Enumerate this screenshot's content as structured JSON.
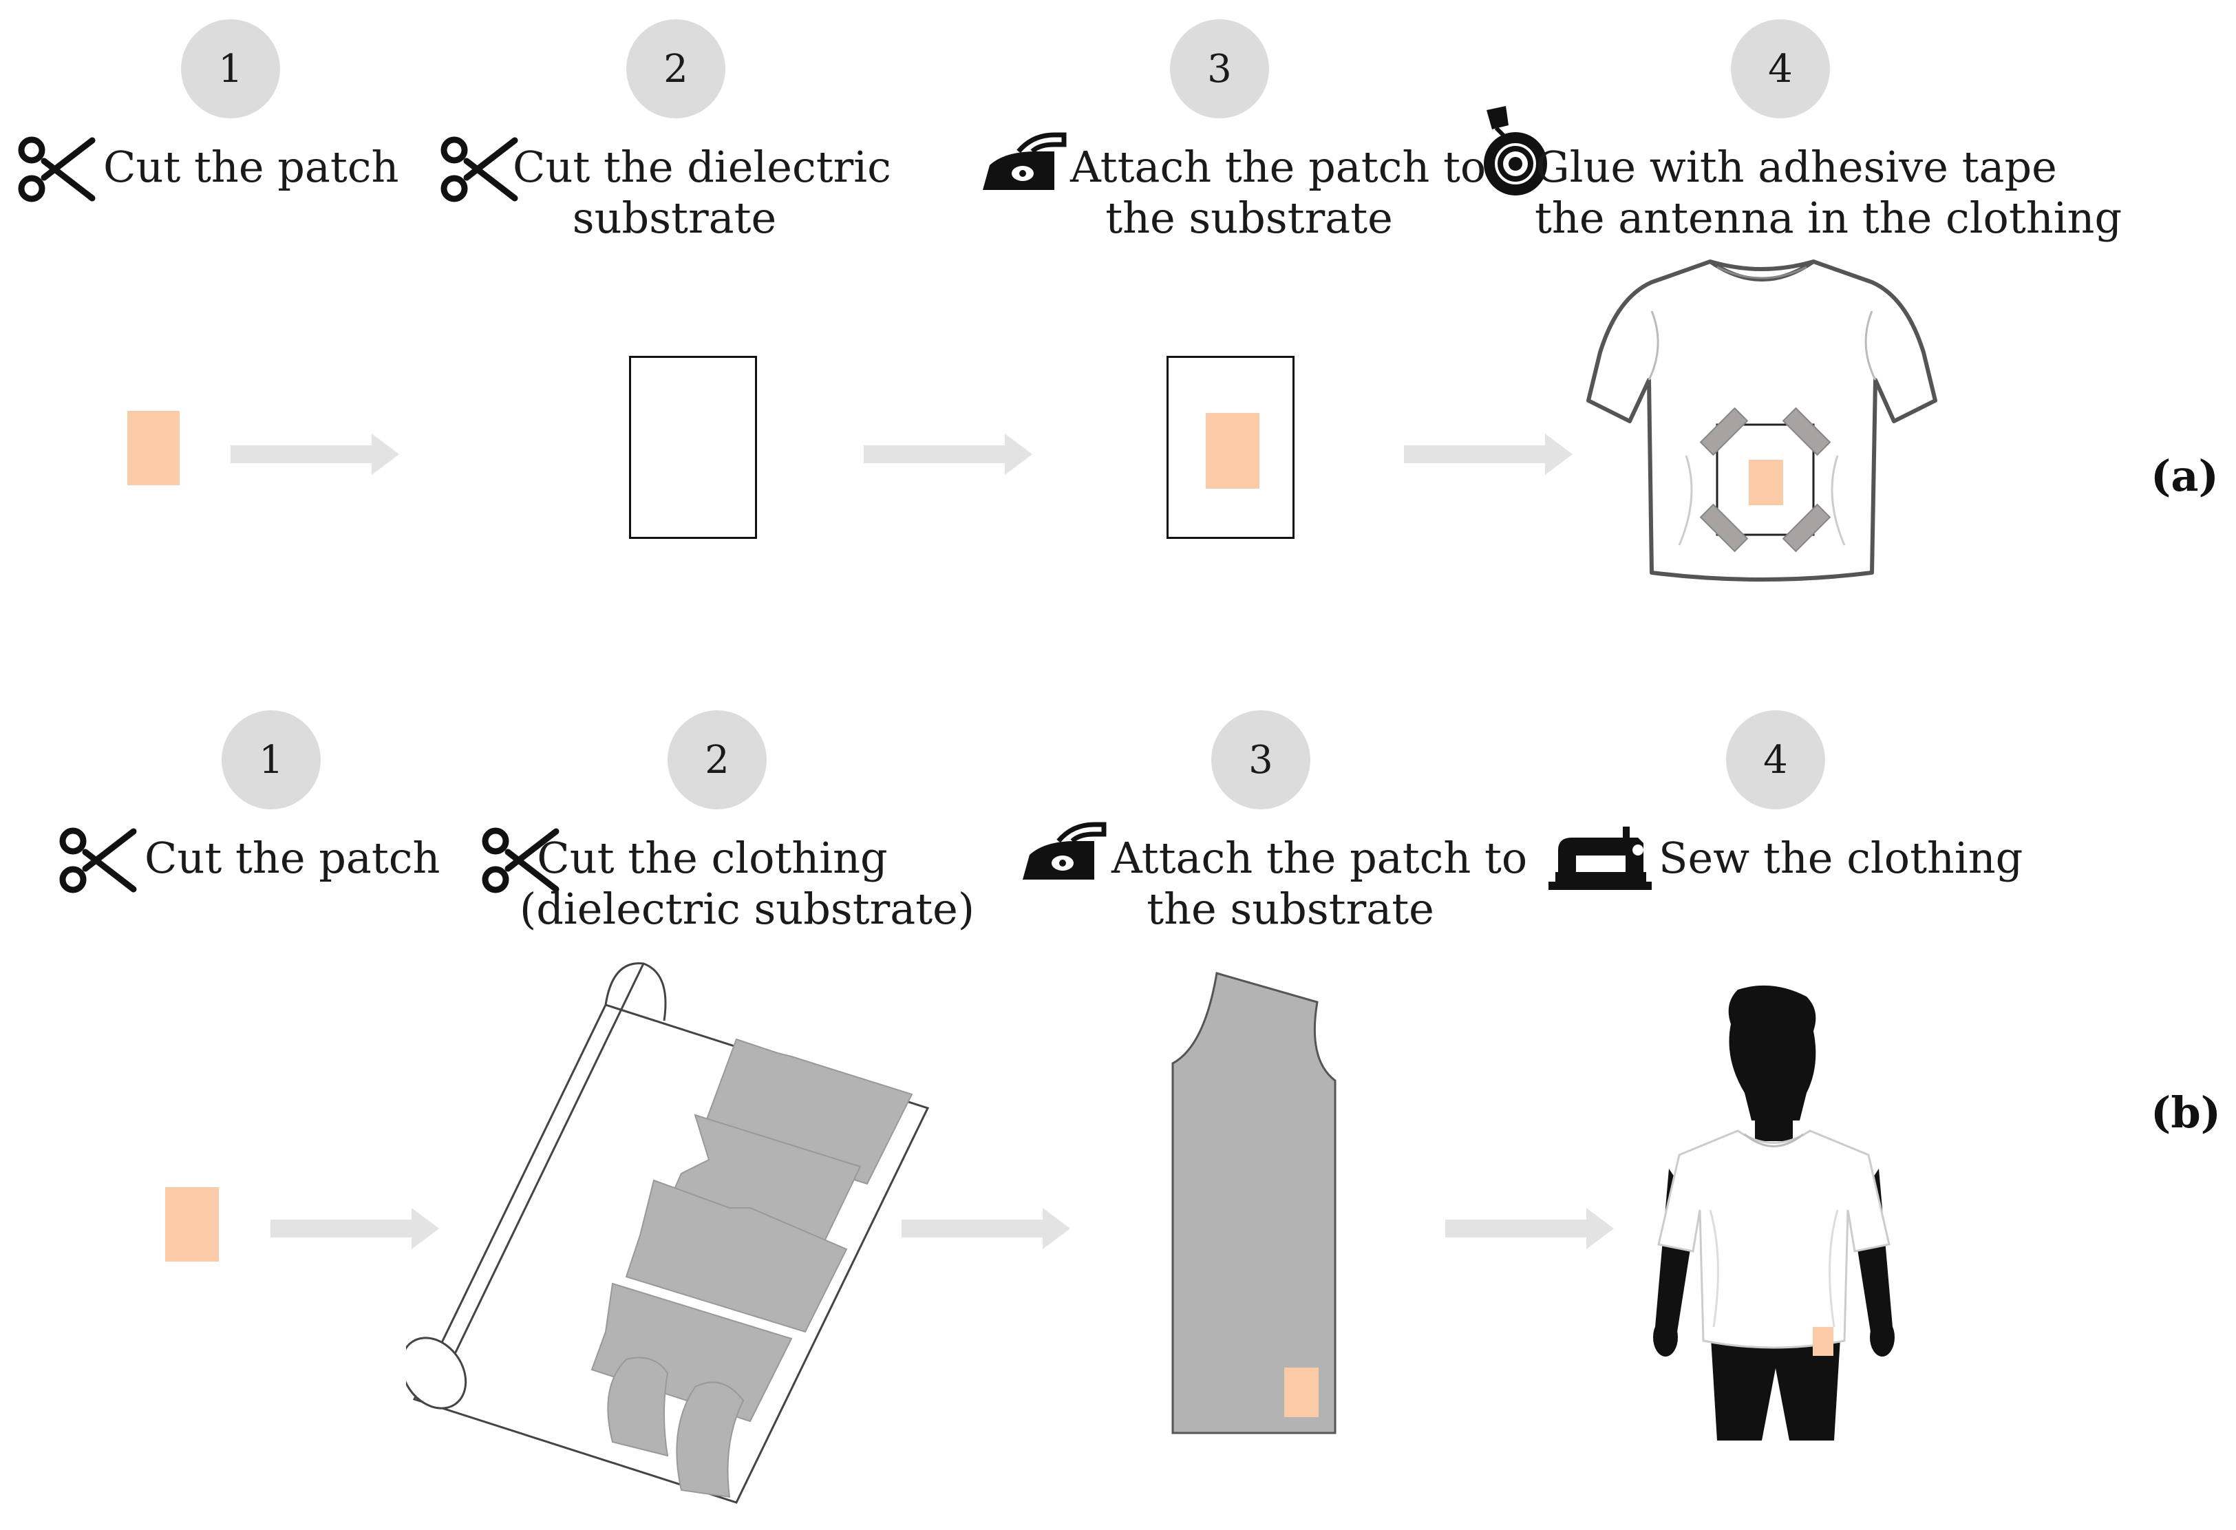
{
  "panel_a": {
    "label": "(a)",
    "steps": [
      {
        "number": "1",
        "text_line1": "Cut the patch",
        "text_line2": "",
        "icon": "scissors-icon"
      },
      {
        "number": "2",
        "text_line1": "Cut the dielectric",
        "text_line2": "substrate",
        "icon": "scissors-icon"
      },
      {
        "number": "3",
        "text_line1": "Attach the patch to",
        "text_line2": "the substrate",
        "icon": "iron-icon"
      },
      {
        "number": "4",
        "text_line1": "Glue with adhesive tape",
        "text_line2": "the antenna in the clothing",
        "icon": "tape-roll-icon"
      }
    ]
  },
  "panel_b": {
    "label": "(b)",
    "steps": [
      {
        "number": "1",
        "text_line1": "Cut the patch",
        "text_line2": "",
        "icon": "scissors-icon"
      },
      {
        "number": "2",
        "text_line1": "Cut the clothing",
        "text_line2": "(dielectric substrate)",
        "icon": "scissors-icon"
      },
      {
        "number": "3",
        "text_line1": "Attach the patch to",
        "text_line2": "the substrate",
        "icon": "iron-icon"
      },
      {
        "number": "4",
        "text_line1": "Sew the clothing",
        "text_line2": "",
        "icon": "sewing-machine-icon"
      }
    ]
  },
  "colors": {
    "patch": "#fbcba8",
    "step_circle": "#dcdcdc",
    "arrow": "#e3e3e3",
    "fabric_gray": "#b3b3b3",
    "tape_gray": "#a8a3a3"
  }
}
